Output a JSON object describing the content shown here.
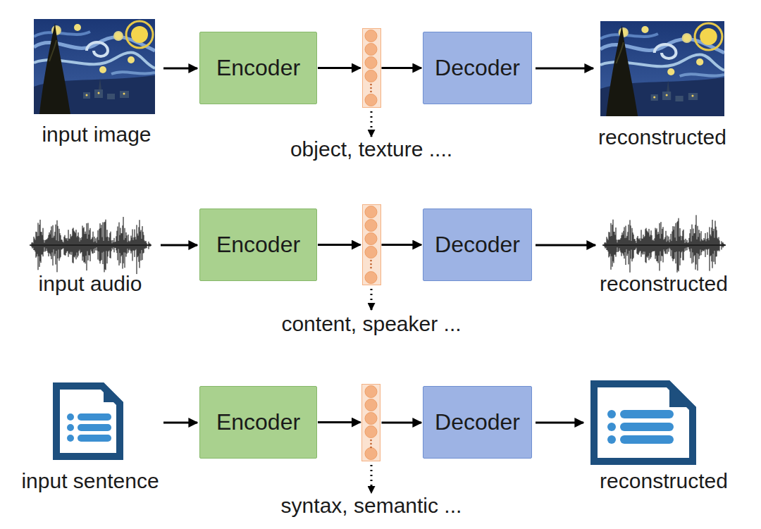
{
  "diagram": {
    "nodes": [
      {
        "text": [
          "Encoder"
        ]
      },
      {
        "text": [
          "object, texture ...."
        ]
      },
      {
        "text": [
          "Decoder"
        ]
      },
      {
        "text": [
          "Encoder"
        ]
      },
      {
        "text": [
          "content, speaker ..."
        ]
      },
      {
        "text": [
          "Decoder"
        ]
      },
      {
        "text": [
          "Encoder"
        ]
      },
      {
        "text": [
          "syntax, semantic ..."
        ]
      },
      {
        "text": [
          "Decoder"
        ]
      }
    ],
    "edges": [
      {
        "from": 0,
        "to": 1,
        "arrow": "to"
      },
      {
        "from": 1,
        "to": 2,
        "arrow": "to"
      },
      {
        "from": 3,
        "to": 4,
        "arrow": "to"
      },
      {
        "from": 4,
        "to": 5,
        "arrow": "to"
      },
      {
        "from": 6,
        "to": 7,
        "arrow": "to"
      },
      {
        "from": 7,
        "to": 8,
        "arrow": "to"
      }
    ],
    "labels": [
      "input image",
      "reconstructed",
      "input audio",
      "reconstructed",
      "input sentence",
      "reconstructed"
    ]
  }
}
